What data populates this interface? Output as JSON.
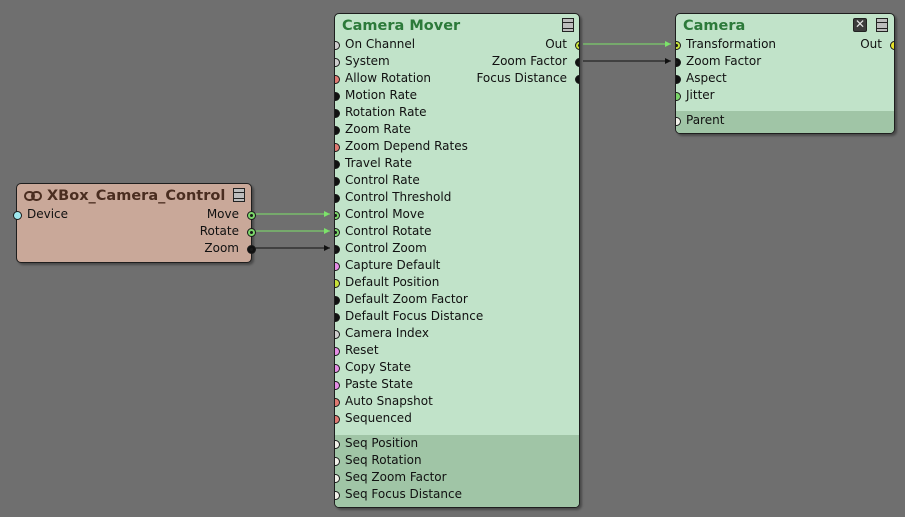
{
  "colors": {
    "background": "#6f6f6f",
    "node_green": "#c1e3c9",
    "node_green_band": "#a0c5a6",
    "node_brown": "#c9a899",
    "title_green": "#2c7a3a",
    "title_brown": "#4a2d20",
    "wire_green": "#7ce36a",
    "wire_black": "#111111",
    "port_white": "#f2f2ea",
    "port_black": "#111111",
    "port_red": "#e07a72",
    "port_magenta": "#e68ee6",
    "port_green": "#7bd66a",
    "port_yellow": "#e6e22a",
    "port_lime": "#c8e23a",
    "port_cyan": "#9ee8ee",
    "port_gray": "#cfcfcf"
  },
  "xbox_node": {
    "title": "XBox_Camera_Control",
    "title_icon": "link-icon",
    "menu_icon": "menu-icon",
    "inputs": [
      {
        "label": "Device",
        "color": "cyan"
      }
    ],
    "outputs": [
      {
        "label": "Move",
        "color": "green",
        "connected": true
      },
      {
        "label": "Rotate",
        "color": "green",
        "connected": true
      },
      {
        "label": "Zoom",
        "color": "black",
        "connected": true
      }
    ]
  },
  "camera_mover_node": {
    "title": "Camera Mover",
    "menu_icon": "menu-icon",
    "inputs": [
      {
        "label": "On Channel",
        "color": "gray"
      },
      {
        "label": "System",
        "color": "gray"
      },
      {
        "label": "Allow Rotation",
        "color": "red"
      },
      {
        "label": "Motion Rate",
        "color": "black"
      },
      {
        "label": "Rotation Rate",
        "color": "black"
      },
      {
        "label": "Zoom Rate",
        "color": "black"
      },
      {
        "label": "Zoom Depend Rates",
        "color": "red"
      },
      {
        "label": "Travel Rate",
        "color": "black"
      },
      {
        "label": "Control Rate",
        "color": "black"
      },
      {
        "label": "Control Threshold",
        "color": "black"
      },
      {
        "label": "Control Move",
        "color": "green",
        "connected": true
      },
      {
        "label": "Control Rotate",
        "color": "green",
        "connected": true
      },
      {
        "label": "Control Zoom",
        "color": "black",
        "connected": true
      },
      {
        "label": "Capture Default",
        "color": "magenta"
      },
      {
        "label": "Default Position",
        "color": "lime"
      },
      {
        "label": "Default Zoom Factor",
        "color": "black"
      },
      {
        "label": "Default Focus Distance",
        "color": "black"
      },
      {
        "label": "Camera Index",
        "color": "gray"
      },
      {
        "label": "Reset",
        "color": "magenta"
      },
      {
        "label": "Copy State",
        "color": "magenta"
      },
      {
        "label": "Paste State",
        "color": "magenta"
      },
      {
        "label": "Auto Snapshot",
        "color": "red"
      },
      {
        "label": "Sequenced",
        "color": "red"
      }
    ],
    "seq_inputs": [
      {
        "label": "Seq Position",
        "color": "white"
      },
      {
        "label": "Seq Rotation",
        "color": "white"
      },
      {
        "label": "Seq Zoom Factor",
        "color": "white"
      },
      {
        "label": "Seq Focus Distance",
        "color": "white"
      }
    ],
    "outputs": [
      {
        "label": "Out",
        "color": "lime",
        "connected": true
      },
      {
        "label": "Zoom Factor",
        "color": "black",
        "connected": true
      },
      {
        "label": "Focus Distance",
        "color": "black"
      }
    ]
  },
  "camera_node": {
    "title": "Camera",
    "close_icon": "close-icon",
    "close_glyph": "✕",
    "menu_icon": "menu-icon",
    "inputs": [
      {
        "label": "Transformation",
        "color": "lime",
        "connected": true
      },
      {
        "label": "Zoom Factor",
        "color": "black",
        "connected": true
      },
      {
        "label": "Aspect",
        "color": "black"
      },
      {
        "label": "Jitter",
        "color": "green"
      }
    ],
    "extra_inputs": [
      {
        "label": "Parent",
        "color": "white"
      }
    ],
    "outputs": [
      {
        "label": "Out",
        "color": "yellow"
      }
    ]
  },
  "wires": [
    {
      "from": "XBox_Camera_Control.Move",
      "to": "Camera Mover.Control Move",
      "color": "green"
    },
    {
      "from": "XBox_Camera_Control.Rotate",
      "to": "Camera Mover.Control Rotate",
      "color": "green"
    },
    {
      "from": "XBox_Camera_Control.Zoom",
      "to": "Camera Mover.Control Zoom",
      "color": "black"
    },
    {
      "from": "Camera Mover.Out",
      "to": "Camera.Transformation",
      "color": "green"
    },
    {
      "from": "Camera Mover.Zoom Factor",
      "to": "Camera.Zoom Factor",
      "color": "black"
    }
  ]
}
